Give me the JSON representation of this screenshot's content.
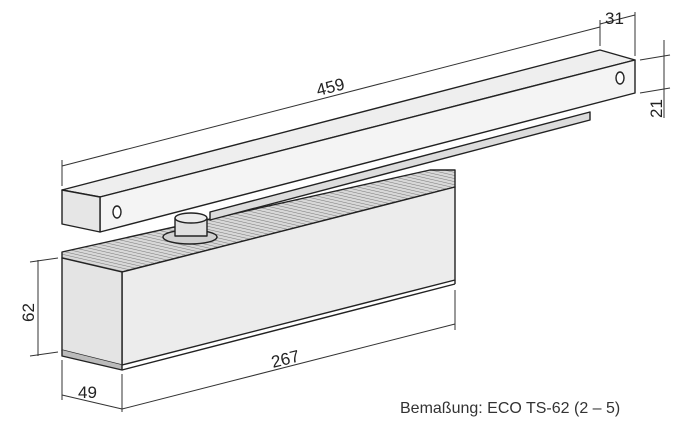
{
  "dimensions": {
    "arm_length": "459",
    "arm_width": "31",
    "arm_height": "21",
    "body_height": "62",
    "body_width": "49",
    "body_length": "267"
  },
  "caption": "Bemaßung: ECO TS-62 (2 – 5)",
  "colors": {
    "body": "#e6e6e6",
    "body_side": "#f2f2f2",
    "outline": "#222222"
  }
}
